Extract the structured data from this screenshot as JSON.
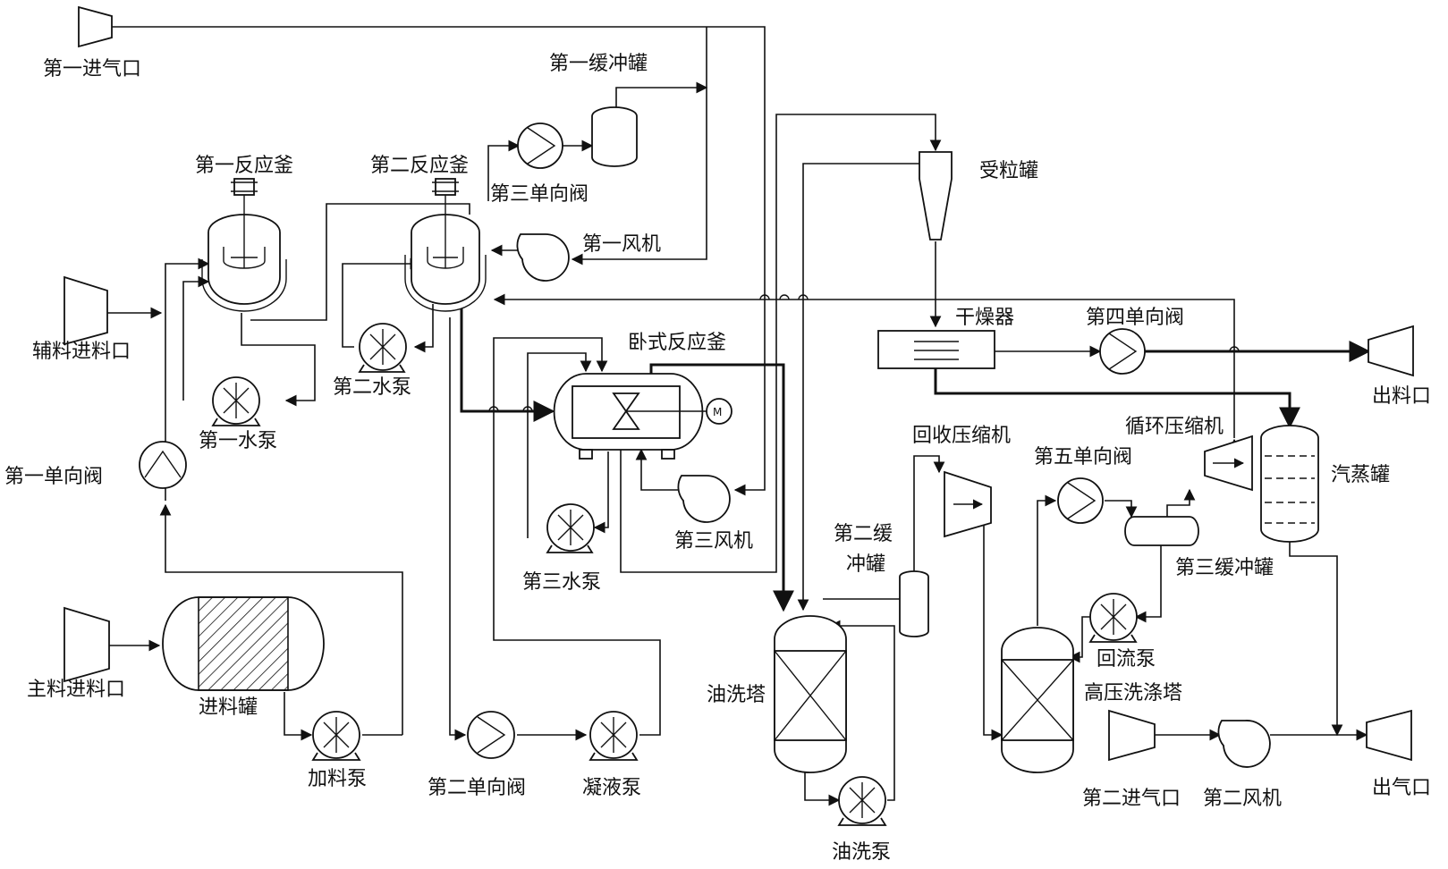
{
  "labels": {
    "gas_inlet_1": "第一进气口",
    "buffer_tank_1": "第一缓冲罐",
    "reactor_1": "第一反应釜",
    "reactor_2": "第二反应釜",
    "check_valve_3": "第三单向阀",
    "fan_1": "第一风机",
    "aux_feed_inlet": "辅料进料口",
    "water_pump_1": "第一水泵",
    "water_pump_2": "第二水泵",
    "check_valve_1": "第一单向阀",
    "horizontal_reactor": "卧式反应釜",
    "water_pump_3": "第三水泵",
    "fan_3": "第三风机",
    "main_feed_inlet": "主料进料口",
    "feed_tank": "进料罐",
    "feed_pump": "加料泵",
    "check_valve_2": "第二单向阀",
    "condensate_pump": "凝液泵",
    "particle_tank": "受粒罐",
    "dryer": "干燥器",
    "check_valve_4": "第四单向阀",
    "discharge_outlet": "出料口",
    "recovery_compressor": "回收压缩机",
    "recycle_compressor": "循环压缩机",
    "check_valve_5": "第五单向阀",
    "buffer_tank_2_line1": "第二缓",
    "buffer_tank_2_line2": "冲罐",
    "buffer_tank_3": "第三缓冲罐",
    "steam_tank": "汽蒸罐",
    "oil_wash_tower": "油洗塔",
    "reflux_pump": "回流泵",
    "high_pressure_scrubber": "高压洗涤塔",
    "oil_wash_pump": "油洗泵",
    "gas_inlet_2": "第二进气口",
    "fan_2": "第二风机",
    "gas_outlet": "出气口",
    "motor": "M"
  }
}
